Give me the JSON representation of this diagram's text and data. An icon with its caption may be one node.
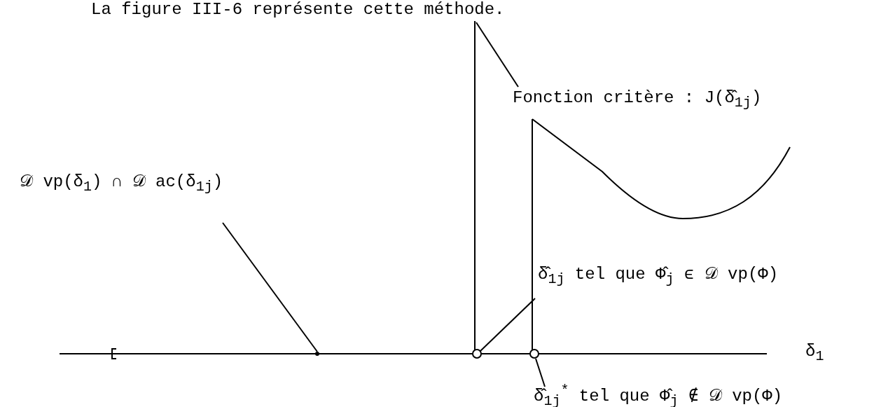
{
  "diagram": {
    "nodes": [
      {
        "text": [
          "Fonction critère : J(δ̂$_{1j}$)"
        ]
      },
      {
        "text": [],
        "shape": "line"
      },
      {
        "text": [
          "𝒟 vp(δ$_{1}$) ∩ 𝒟 ac(δ$_{1j}$)"
        ]
      },
      {
        "text": [],
        "shape": "dot"
      },
      {
        "text": [
          "δ̂$_{1j}$ tel que Φ̂$_{j}$ ϵ 𝒟 vp(Φ)"
        ]
      },
      {
        "text": [],
        "shape": "circle"
      },
      {
        "text": [
          "δ̂$_{1j}$$^{*}$ tel que Φ̂$_{j}$ ∉ 𝒟 vp(Φ)"
        ]
      },
      {
        "text": [],
        "shape": "circle"
      }
    ],
    "edges": [
      {
        "from": 0,
        "to": 1,
        "arrow": "none"
      },
      {
        "from": 2,
        "to": 3,
        "arrow": "none"
      },
      {
        "from": 4,
        "to": 5,
        "arrow": "none"
      },
      {
        "from": 6,
        "to": 7,
        "arrow": "none"
      }
    ],
    "labels": [
      "La figure III-6 représente cette méthode.",
      "δ$_{1}$"
    ]
  }
}
